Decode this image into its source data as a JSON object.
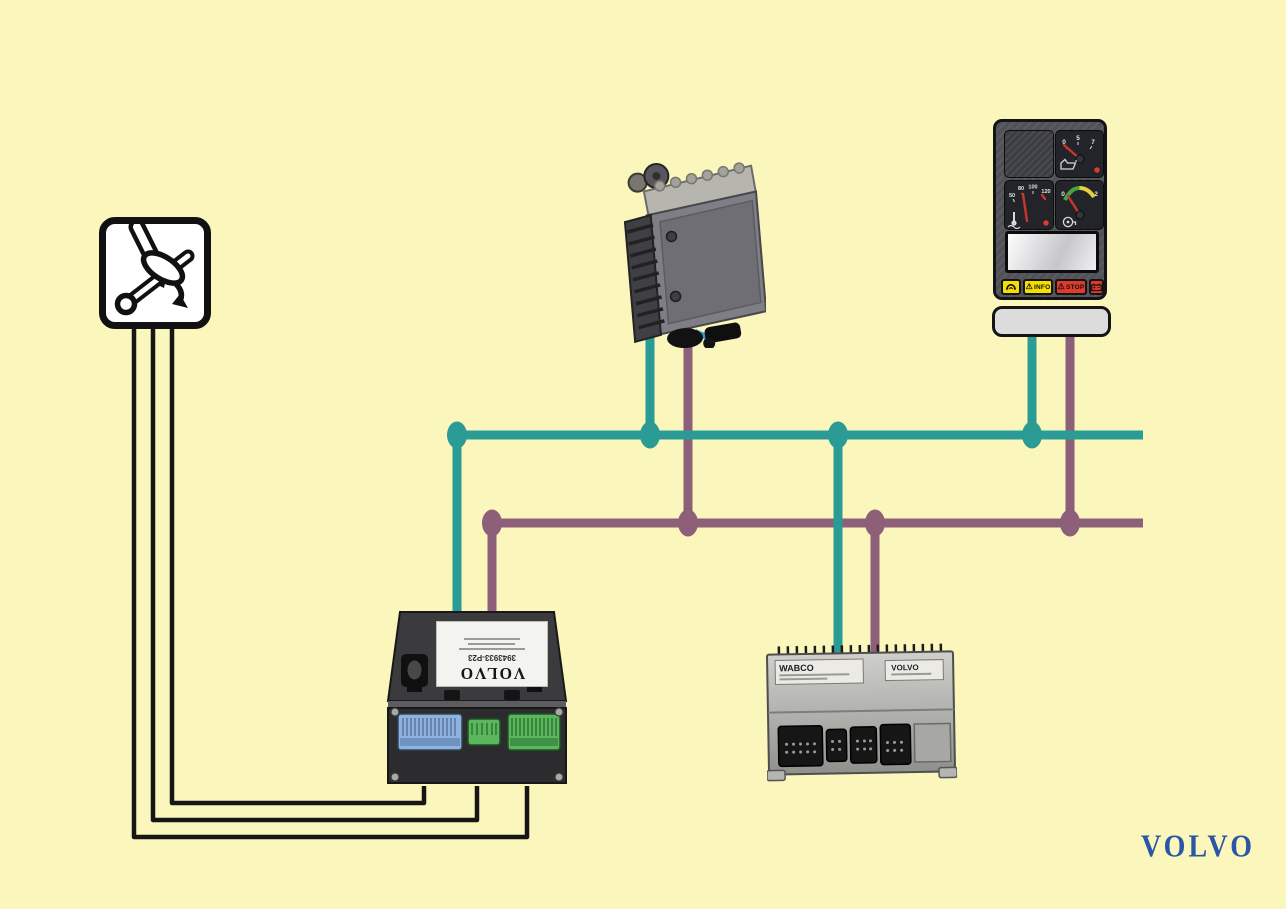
{
  "colors": {
    "background": "#FBF6BB",
    "bus_teal": "#2B9B95",
    "bus_purple": "#8D5F78",
    "wire_black": "#161616",
    "volvo_blue": "#2B56A6",
    "button_yellow": "#F6DF00",
    "button_red": "#DF3A2C",
    "needle_red": "#C9362D",
    "connector_blue": "#8FB3DC",
    "connector_green": "#5BB75D"
  },
  "pedal": {
    "icon": "accelerator-pedal-icon"
  },
  "engine_ecu": {
    "icon": "engine-control-unit-photo"
  },
  "cluster": {
    "gauges": {
      "oil_pressure": {
        "icon": "oil-can-icon",
        "ticks": [
          "0",
          "5",
          "7"
        ]
      },
      "coolant_temp": {
        "icon": "coolant-thermometer-icon",
        "ticks": [
          "50",
          "80",
          "100",
          "120"
        ]
      },
      "boost": {
        "icon": "turbo-pressure-icon",
        "ticks": [
          "0",
          "2"
        ]
      }
    },
    "warning_symbol": "⚠",
    "buttons": [
      {
        "icon": "indicator-lamp-icon",
        "label": "",
        "color": "yellow"
      },
      {
        "icon": "warning-triangle-icon",
        "label": "INFO",
        "color": "yellow"
      },
      {
        "icon": "warning-triangle-icon",
        "label": "STOP",
        "color": "red"
      },
      {
        "icon": "battery-icon",
        "label": "",
        "color": "red"
      }
    ]
  },
  "volvo_ecu": {
    "brand": "VOLVO",
    "part_number": "3943933-P23"
  },
  "wabco_ecu": {
    "label_left": "WABCO",
    "label_right": "VOLVO"
  },
  "logo": {
    "text": "VOLVO"
  },
  "network": {
    "buses": [
      {
        "name": "bus-teal",
        "color": "#2B9B95",
        "nodes": [
          "engine-ecu",
          "volvo-ecu",
          "wabco-ecu",
          "instrument-cluster"
        ]
      },
      {
        "name": "bus-purple",
        "color": "#8D5F78",
        "nodes": [
          "engine-ecu",
          "volvo-ecu",
          "wabco-ecu",
          "instrument-cluster"
        ]
      }
    ],
    "wires": [
      {
        "name": "pedal-signal-wires",
        "count": 3,
        "from": "accelerator-pedal",
        "to": "volvo-ecu"
      }
    ]
  }
}
